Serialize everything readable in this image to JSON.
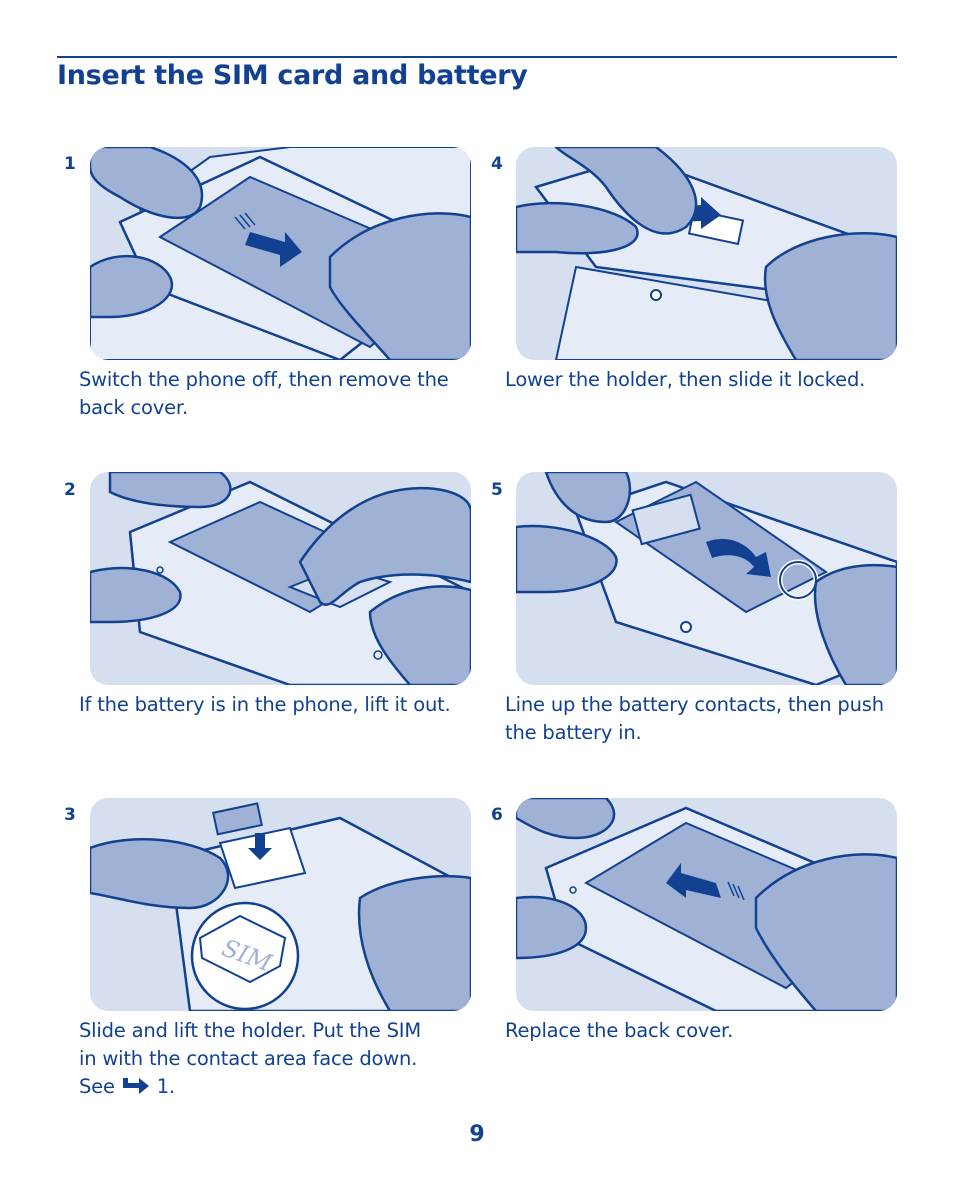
{
  "page": {
    "title": "Insert the SIM card and battery",
    "page_number": "9"
  },
  "steps": [
    {
      "number": "1",
      "caption": "Switch the phone off, then remove the back cover.",
      "illustration": "remove-back-cover"
    },
    {
      "number": "4",
      "caption": "Lower the holder, then slide it locked.",
      "illustration": "lock-sim-holder"
    },
    {
      "number": "2",
      "caption": "If the battery is in the phone, lift it out.",
      "illustration": "lift-battery"
    },
    {
      "number": "5",
      "caption": "Line up the battery contacts, then push the battery in.",
      "illustration": "insert-battery"
    },
    {
      "number": "3",
      "caption_line1": "Slide and lift the holder. Put the SIM",
      "caption_line2": "in with the contact area face down.",
      "caption_see": "See",
      "caption_ref": "1.",
      "sim_label": "SIM",
      "illustration": "insert-sim",
      "ref_icon": "arrow-icon"
    },
    {
      "number": "6",
      "caption": "Replace the back cover.",
      "illustration": "replace-back-cover"
    }
  ],
  "colors": {
    "brand_blue": "#124191",
    "panel_bg": "#d6dff0",
    "hand_fill": "#9fb2d6",
    "phone_fill": "#e6ecf7"
  }
}
